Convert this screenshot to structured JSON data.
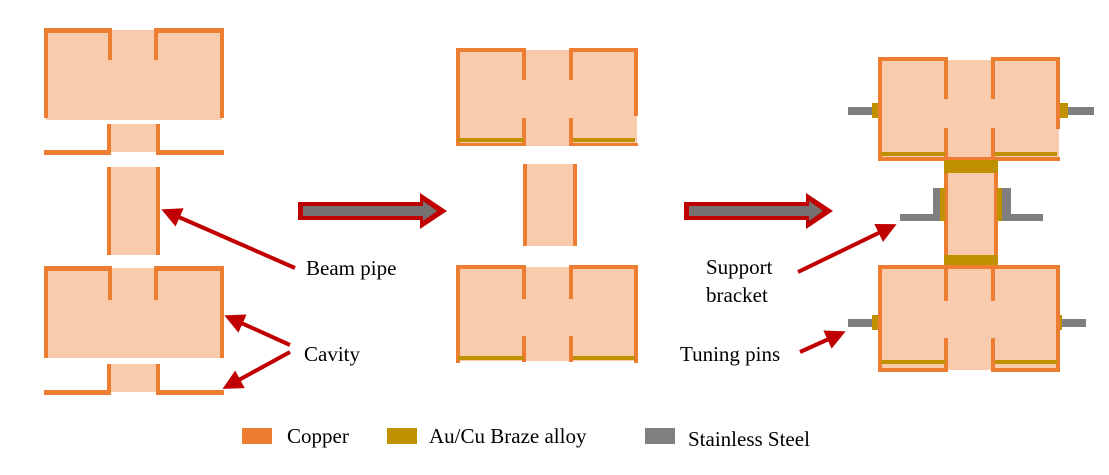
{
  "colors": {
    "copper": "#ED7D31",
    "copper_fill": "#F8CBAD",
    "braze": "#BF9000",
    "steel": "#7F7F7F",
    "arrow_red": "#C00000",
    "arrow_gray": "#767171"
  },
  "labels": {
    "beam_pipe": "Beam pipe",
    "cavity": "Cavity",
    "support": "Support",
    "bracket": "bracket",
    "tuning_pins": "Tuning pins"
  },
  "legend": [
    {
      "label": "Copper",
      "color": "#ED7D31"
    },
    {
      "label": "Au/Cu Braze alloy",
      "color": "#BF9000"
    },
    {
      "label": "Stainless Steel",
      "color": "#7F7F7F"
    }
  ]
}
